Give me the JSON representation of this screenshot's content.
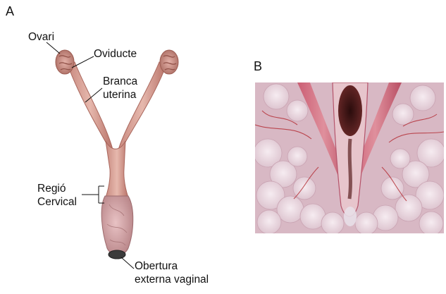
{
  "panels": {
    "a": {
      "label": "A",
      "annotations": {
        "ovari": "Ovari",
        "oviducte": "Oviducte",
        "branca_line1": "Branca",
        "branca_line2": "uterina",
        "regio_line1": "Regió",
        "regio_line2": "Cervical",
        "obertura_line1": "Obertura",
        "obertura_line2": "externa vaginal"
      }
    },
    "b": {
      "label": "B"
    }
  },
  "colors": {
    "tissue": "#d9a59c",
    "tissue_dark": "#b36f66",
    "vessel": "#b5323a",
    "fat": "#f1e4ec",
    "lumen": "#3a1414"
  }
}
